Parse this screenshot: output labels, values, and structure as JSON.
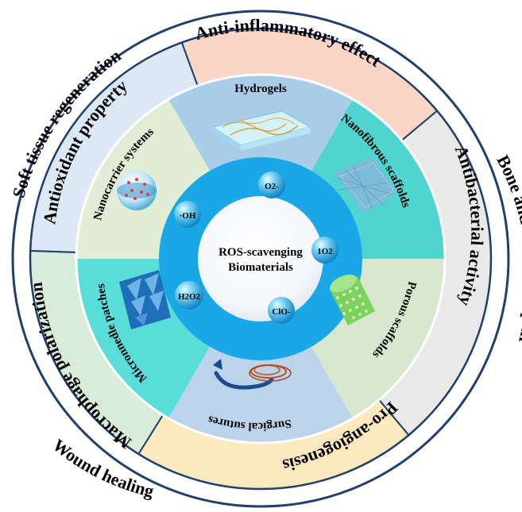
{
  "outer_labels": {
    "top_left": "Soft tissue regeneration",
    "right": "Bone and cartilage repair",
    "bottom_left": "Wound healing"
  },
  "function_sectors": {
    "anti_inflammatory": "Anti-inflammatory effect",
    "antibacterial": "Antibacterial activity",
    "pro_angiogenesis": "Pro-angiogenesis",
    "macrophage": "Macrophage polarization",
    "antioxidant": "Antioxidant property"
  },
  "material_sectors": {
    "hydrogels": "Hydrogels",
    "nanofibrous": "Nanofibrous scaffolds",
    "porous": "Porous scaffolds",
    "sutures": "Surgical sutures",
    "microneedle": "Micronnedle patches",
    "nanocarrier": "Nanocarrier systems"
  },
  "center": {
    "line1": "ROS-scavenging",
    "line2": "Biomaterials"
  },
  "ros_species": {
    "superoxide": "O2-",
    "singlet_oxygen": "1O2",
    "hypochlorite": "ClO-",
    "hydrogen_peroxide": "H2O2",
    "hydroxyl": "·OH"
  },
  "colors": {
    "anti_inflammatory_fill": "#fbd5c6",
    "antibacterial_fill": "#e9e9ea",
    "pro_angiogenesis_fill": "#fde9be",
    "macrophage_fill": "#d8ecd9",
    "antioxidant_fill": "#dce8f4",
    "outline": "#1f3f6e",
    "hydrogels_fill": "#a9cce9",
    "nanofibrous_fill": "#4fd4cf",
    "porous_fill": "#d8e8ce",
    "sutures_fill": "#bcd3ec",
    "microneedle_fill": "#58ddd8",
    "nanocarrier_fill": "#e1edd5",
    "ros_ring": "#1aa7e7"
  }
}
